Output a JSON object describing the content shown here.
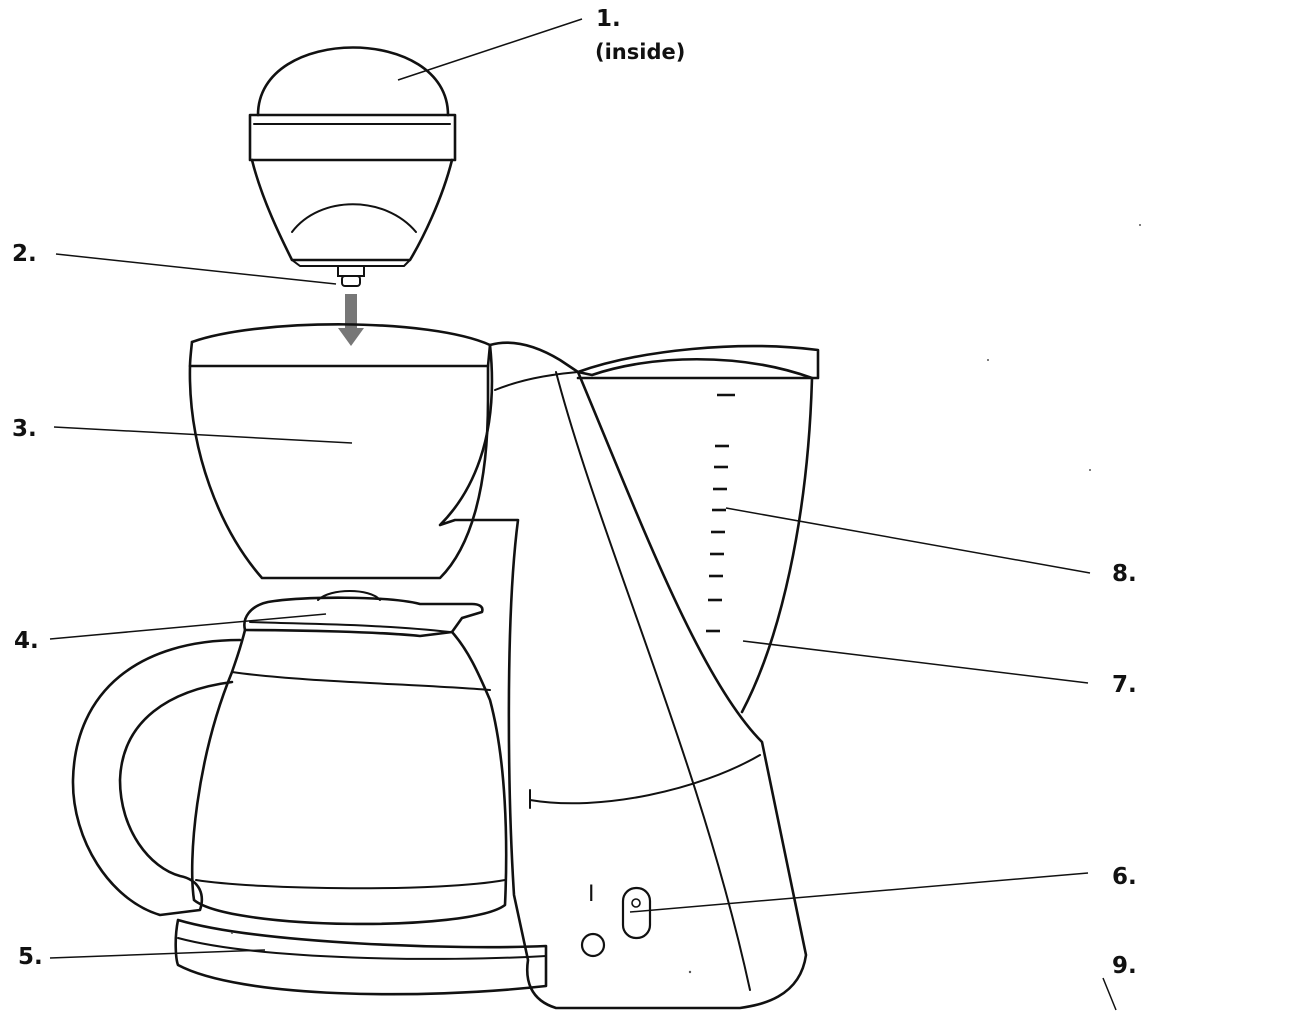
{
  "labels": {
    "l1": "1.",
    "l1_note": "(inside)",
    "l2": "2.",
    "l3": "3.",
    "l4": "4.",
    "l5": "5.",
    "l6": "6.",
    "l7": "7.",
    "l8": "8.",
    "l9": "9.",
    "switch_mark": "I"
  },
  "colors": {
    "line": "#111111",
    "background": "#ffffff"
  }
}
